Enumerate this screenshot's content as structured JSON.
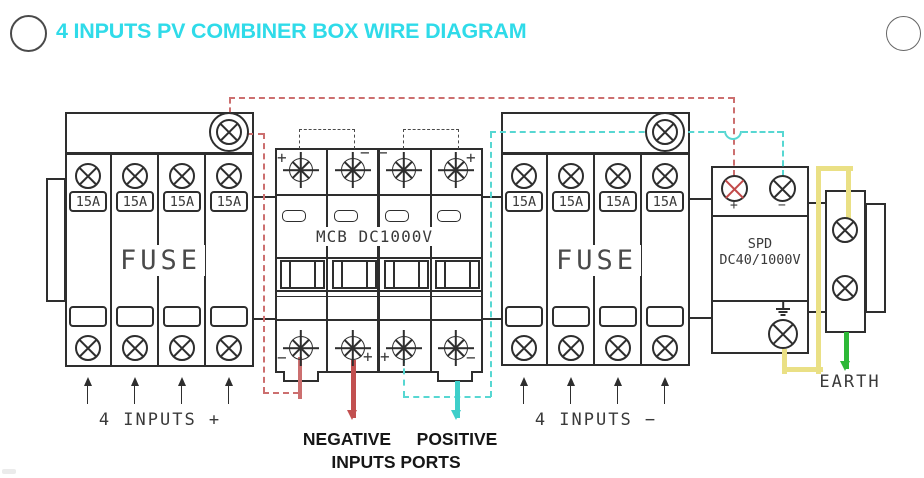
{
  "title": "4 INPUTS PV COMBINER BOX WIRE DIAGRAM",
  "left_fuse": {
    "name_label": "FUSE",
    "ratings": [
      "15A",
      "15A",
      "15A",
      "15A"
    ],
    "inputs_label": "4 INPUTS +"
  },
  "mcb": {
    "label": "MCB DC1000V",
    "top_polarity": [
      "+",
      "−",
      "−",
      "+"
    ],
    "bottom_polarity": [
      "−",
      "+",
      "+",
      "−"
    ]
  },
  "right_fuse": {
    "name_label": "FUSE",
    "ratings": [
      "15A",
      "15A",
      "15A",
      "15A"
    ],
    "inputs_label": "4 INPUTS −"
  },
  "spd": {
    "line1": "SPD",
    "line2": "DC40/1000V",
    "plus": "+",
    "minus": "−"
  },
  "earth_label": "EARTH",
  "port_labels": {
    "negative": "NEGATIVE",
    "positive": "POSITIVE",
    "ports": "INPUTS PORTS"
  },
  "colors": {
    "title_cyan": "#2fdbe9",
    "wire_negative_red": "#cc6f6f",
    "wire_positive_cyan": "#57d7d2",
    "wire_earth_yellow": "#eae085",
    "earth_arrow_green": "#2db837"
  }
}
